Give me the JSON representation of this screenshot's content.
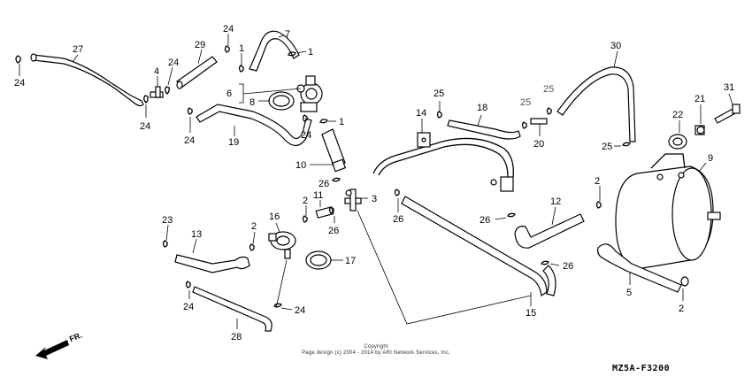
{
  "diagram": {
    "code": "MZ5A-F3200",
    "front_label": "FR.",
    "copyright_line1": "Copyright",
    "copyright_line2": "Page design (c) 2004 - 2014 by ARI Network Services, Inc.",
    "callouts": {
      "c27": "27",
      "c24a": "24",
      "c24b": "24",
      "c4": "4",
      "c24c": "24",
      "c29": "29",
      "c24d": "24",
      "c1a": "1",
      "c7": "7",
      "c1b": "1",
      "c6": "6",
      "c8": "8",
      "c24e": "24",
      "c19": "19",
      "c24f": "24",
      "c1c": "1",
      "c10": "10",
      "c26a": "26",
      "c3": "3",
      "c2a": "2",
      "c11": "11",
      "c26b": "26",
      "c14": "14",
      "c18": "18",
      "c25a": "25",
      "c25b": "25",
      "c25c": "25",
      "c20": "20",
      "c30": "30",
      "c21": "21",
      "c31": "31",
      "c22": "22",
      "c25d": "25",
      "c9": "9",
      "c2b": "2",
      "c12": "12",
      "c26c": "26",
      "c26d": "26",
      "c26e": "26",
      "c5": "5",
      "c2c": "2",
      "c15": "15",
      "c23": "23",
      "c13": "13",
      "c2d": "2",
      "c16": "16",
      "c17": "17",
      "c24g": "24",
      "c24h": "24",
      "c28": "28"
    }
  }
}
